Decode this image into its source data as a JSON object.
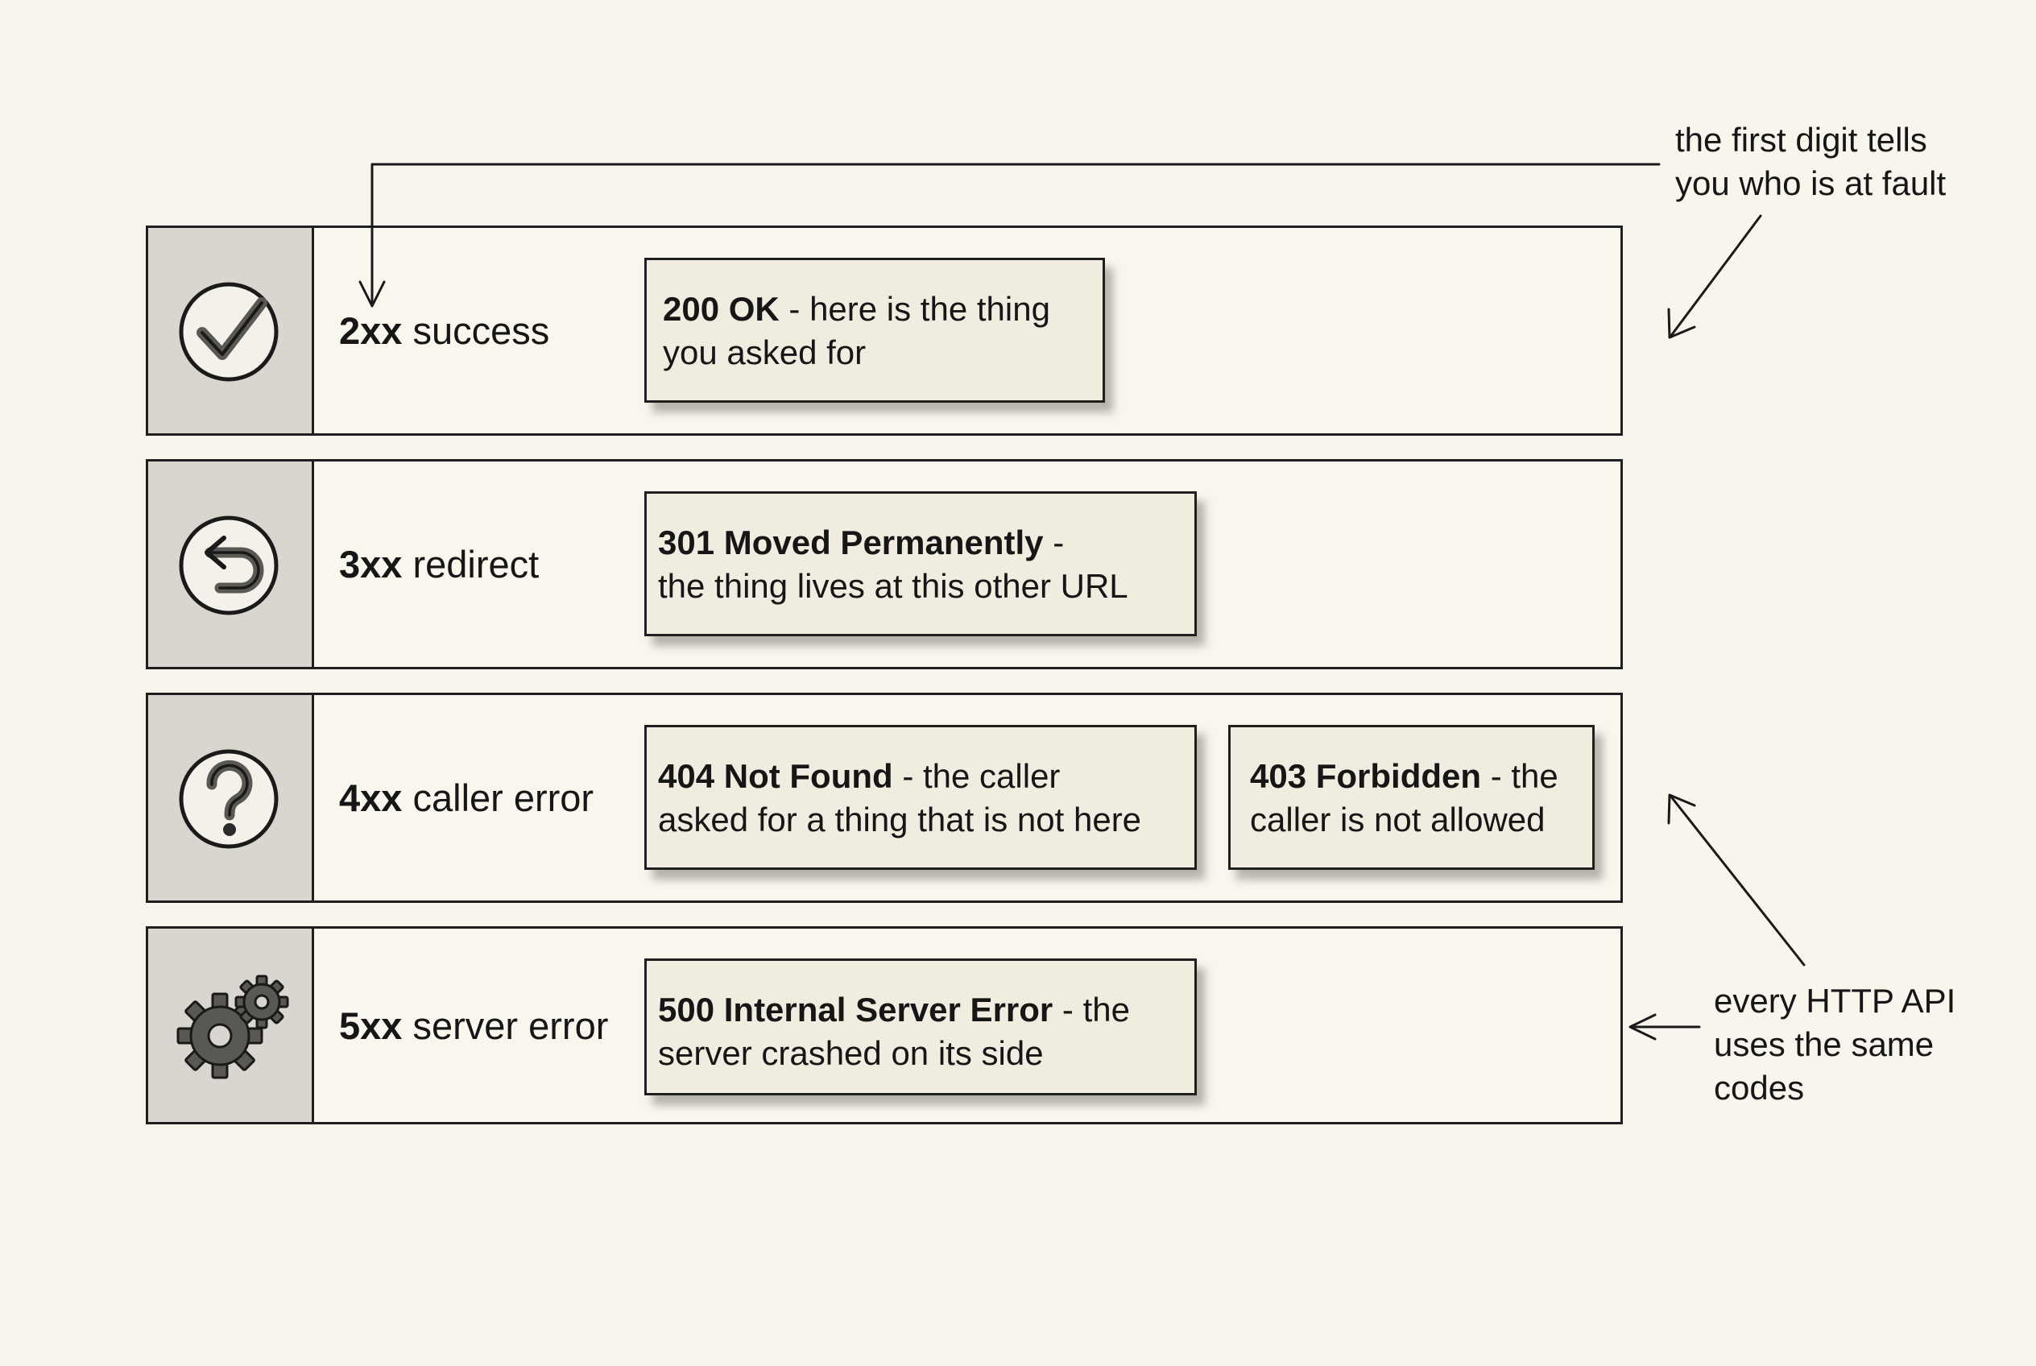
{
  "rows": [
    {
      "code": "2xx",
      "label": "success",
      "icon": "check-circle-icon",
      "boxes": [
        {
          "code": "200 OK",
          "rest_line1": " - here is the thing",
          "line2": "you asked for"
        }
      ]
    },
    {
      "code": "3xx",
      "label": "redirect",
      "icon": "redirect-arrow-icon",
      "boxes": [
        {
          "code": "301 Moved Permanently",
          "rest_line1": " -",
          "line2": "the thing lives at this other URL"
        }
      ]
    },
    {
      "code": "4xx",
      "label": "caller error",
      "icon": "question-mark-icon",
      "boxes": [
        {
          "code": "404 Not Found",
          "rest_line1": " - the caller",
          "line2": "asked for a thing that is not here"
        },
        {
          "code": "403 Forbidden",
          "rest_line1": " - the",
          "line2": "caller is not allowed"
        }
      ]
    },
    {
      "code": "5xx",
      "label": "server error",
      "icon": "gears-icon",
      "boxes": [
        {
          "code": "500 Internal Server Error",
          "rest_line1": " - the",
          "line2": "server crashed on its side"
        }
      ]
    }
  ],
  "annotations": {
    "first_digit": {
      "line1": "the first digit tells",
      "line2": "you who is at fault"
    },
    "same_codes": {
      "line1": "every HTTP API",
      "line2": "uses the same",
      "line3": "codes"
    }
  },
  "colors": {
    "background": "#f8f5ec",
    "icon_cell": "#d9d6cf",
    "box_fill": "#f1ece0",
    "ink": "#1f1f1f"
  }
}
